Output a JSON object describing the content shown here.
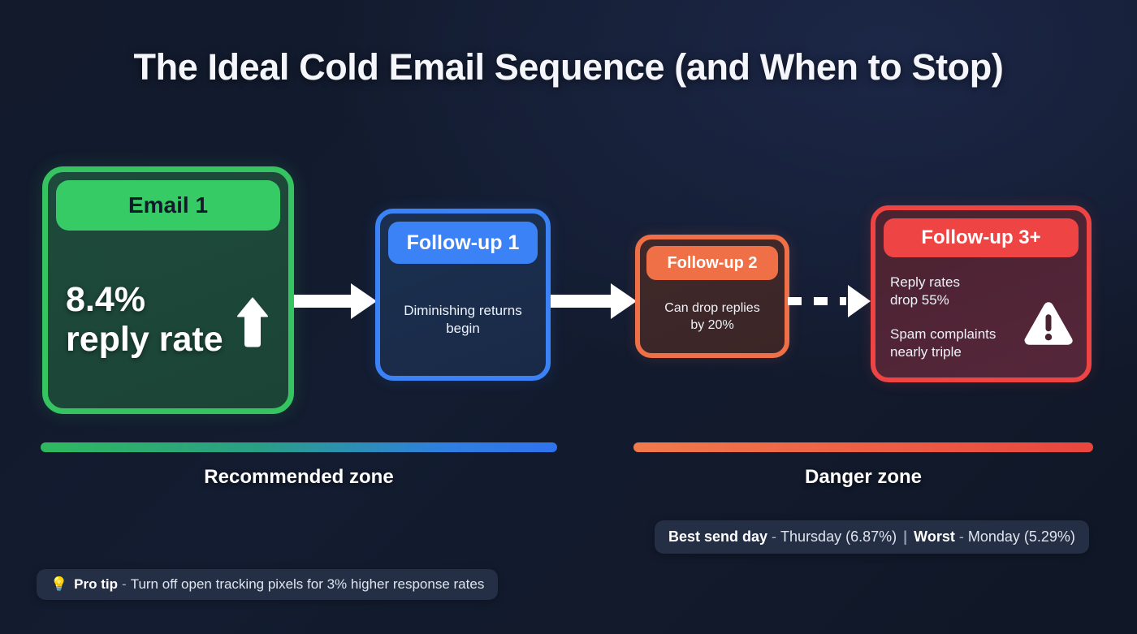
{
  "page": {
    "title": "The Ideal Cold Email Sequence (and When to Stop)"
  },
  "colors": {
    "background": "#131b2e",
    "green": "#37cb66",
    "blue": "#3b82f6",
    "orange": "#ef7047",
    "red": "#ef4444",
    "pill_background": "#242e44",
    "text_light": "#ffffff"
  },
  "flow": {
    "steps": [
      {
        "id": "email-1",
        "header": "Email 1",
        "stat_line_1": "8.4%",
        "stat_line_2": "reply rate",
        "icon": "arrow-up-icon",
        "accent": "#37cb66"
      },
      {
        "id": "follow-up-1",
        "header": "Follow-up 1",
        "body_line_1": "Diminishing returns",
        "body_line_2": "begin",
        "accent": "#3b82f6"
      },
      {
        "id": "follow-up-2",
        "header": "Follow-up 2",
        "body_line_1": "Can drop replies",
        "body_line_2": "by 20%",
        "accent": "#ef7047"
      },
      {
        "id": "follow-up-3-plus",
        "header": "Follow-up 3+",
        "body_line_1": "Reply rates",
        "body_line_2": "drop 55%",
        "body_line_3": "Spam complaints",
        "body_line_4": "nearly triple",
        "icon": "warning-triangle-icon",
        "accent": "#ef4444"
      }
    ],
    "connectors": [
      {
        "id": "connector-1",
        "style": "solid"
      },
      {
        "id": "connector-2",
        "style": "solid"
      },
      {
        "id": "connector-3",
        "style": "dashed"
      }
    ]
  },
  "zones": {
    "recommended": {
      "label": "Recommended zone"
    },
    "danger": {
      "label": "Danger zone"
    }
  },
  "pills": {
    "send_day": {
      "best_label": "Best send day",
      "best_value": "Thursday (6.87%)",
      "worst_label": "Worst",
      "worst_value": "Monday (5.29%)",
      "dash": "-",
      "separator": "|"
    },
    "pro_tip": {
      "icon": "lightbulb-icon",
      "emoji": "💡",
      "label": "Pro tip",
      "dash": "-",
      "text": "Turn off open tracking pixels for 3% higher response rates"
    }
  }
}
